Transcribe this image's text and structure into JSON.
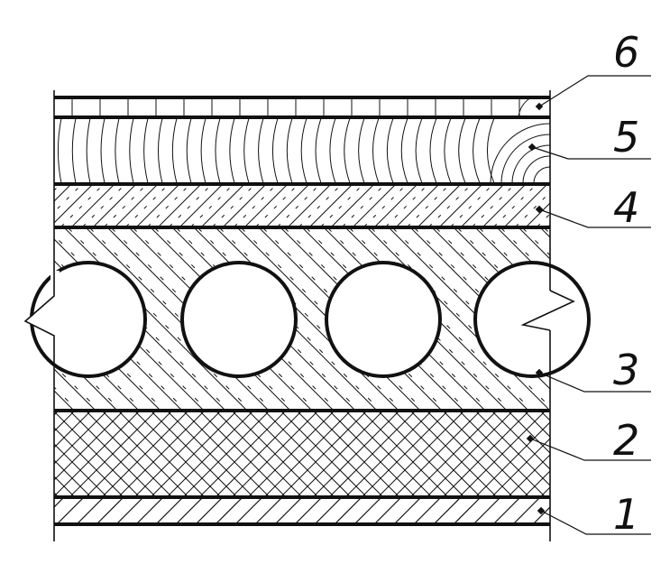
{
  "diagram": {
    "labels": [
      {
        "id": "6",
        "text": "6",
        "layer": "top-cladding-layer"
      },
      {
        "id": "5",
        "text": "5",
        "layer": "wood-grain-layer"
      },
      {
        "id": "4",
        "text": "4",
        "layer": "screed-layer"
      },
      {
        "id": "3",
        "text": "3",
        "layer": "hollow-core-slab"
      },
      {
        "id": "2",
        "text": "2",
        "layer": "insulation-layer"
      },
      {
        "id": "1",
        "text": "1",
        "layer": "base-finish-layer"
      }
    ],
    "colors": {
      "ink": "#111111",
      "background": "#ffffff"
    }
  }
}
